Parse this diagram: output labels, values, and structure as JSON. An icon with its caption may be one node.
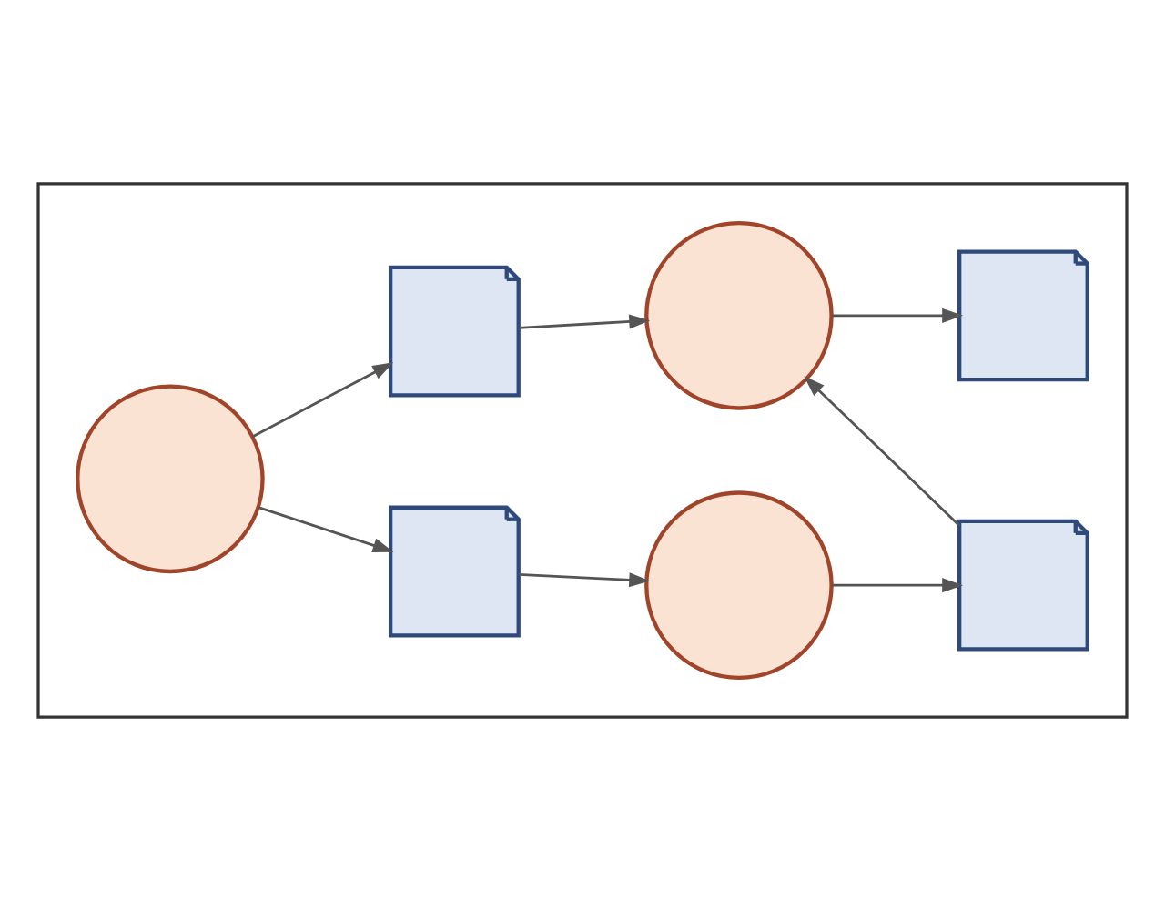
{
  "diagram": {
    "nodes": [
      {
        "text": [],
        "shape": "box"
      },
      {
        "text": [],
        "shape": "circle",
        "in": 0
      },
      {
        "text": [],
        "shape": "document",
        "in": 0
      },
      {
        "text": [],
        "shape": "circle",
        "in": 0
      },
      {
        "text": [],
        "shape": "document",
        "in": 0
      },
      {
        "text": [],
        "shape": "document",
        "in": 0
      },
      {
        "text": [],
        "shape": "circle",
        "in": 0
      },
      {
        "text": [],
        "shape": "document",
        "in": 0
      }
    ],
    "edges": [
      {
        "from": 1,
        "to": 2,
        "arrow": "to"
      },
      {
        "from": 2,
        "to": 3,
        "arrow": "to"
      },
      {
        "from": 3,
        "to": 4,
        "arrow": "to"
      },
      {
        "from": 1,
        "to": 5,
        "arrow": "to"
      },
      {
        "from": 5,
        "to": 6,
        "arrow": "to"
      },
      {
        "from": 4,
        "to": 6,
        "arrow": "to"
      },
      {
        "from": 6,
        "to": 7,
        "arrow": "to"
      }
    ]
  }
}
